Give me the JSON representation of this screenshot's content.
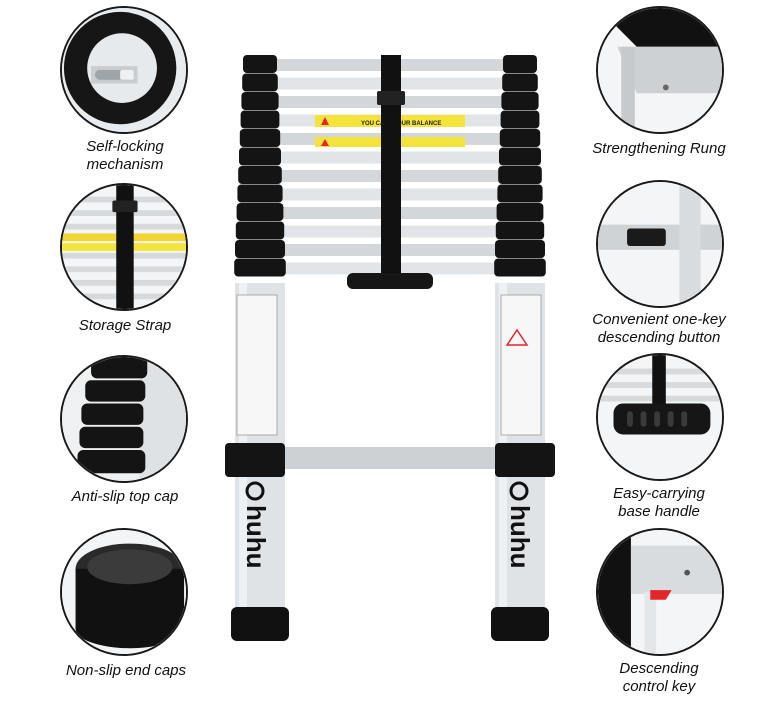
{
  "features_left": [
    {
      "line1": "Self-locking",
      "line2": "mechanism"
    },
    {
      "line1": "Storage Strap",
      "line2": ""
    },
    {
      "line1": "Anti-slip top cap",
      "line2": ""
    },
    {
      "line1": "Non-slip end caps",
      "line2": ""
    }
  ],
  "features_right": [
    {
      "line1": "Strengthening Rung",
      "line2": ""
    },
    {
      "line1": "Convenient one-key",
      "line2": "descending button"
    },
    {
      "line1": "Easy-carrying",
      "line2": "base handle"
    },
    {
      "line1": "Descending",
      "line2": "control key"
    }
  ],
  "brand": "huhu",
  "warning_label": "YOU CAN ... OUR BALANCE",
  "colors": {
    "aluminum": "#d9dde0",
    "black": "#111111",
    "label_yellow": "#f3e33a",
    "warning_red": "#e4262a"
  }
}
